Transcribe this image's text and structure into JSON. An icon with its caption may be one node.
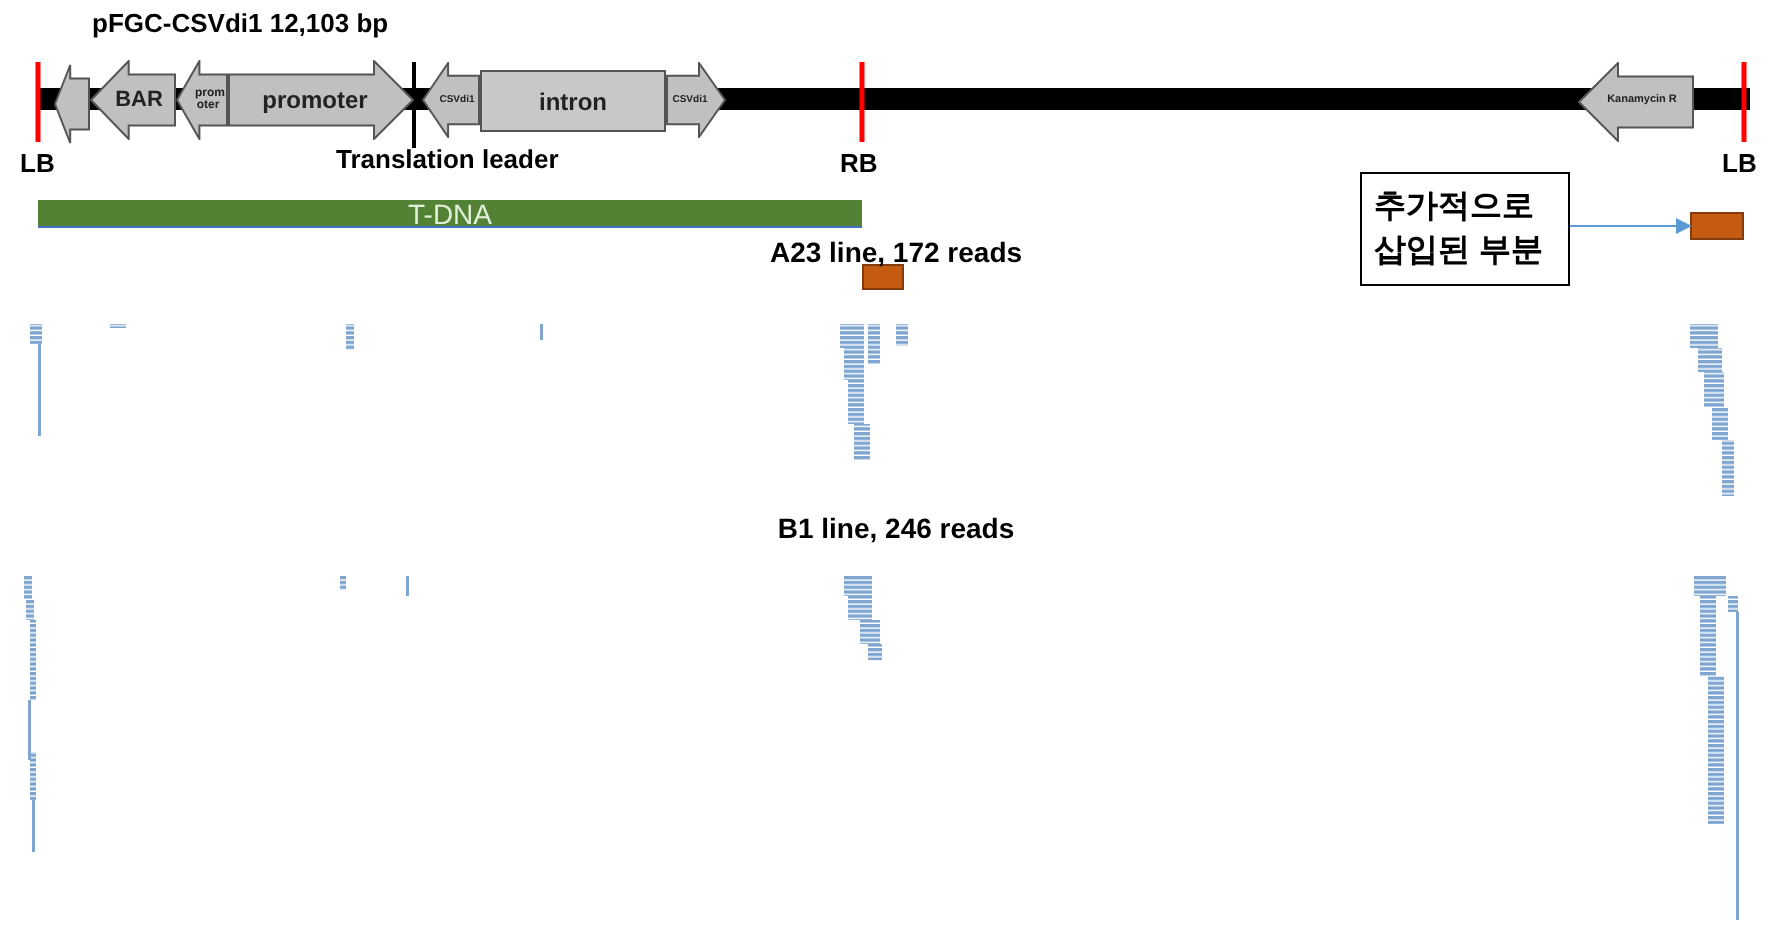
{
  "diagram": {
    "nodes": [
      {
        "text": [],
        "shape": "arrow"
      },
      {
        "text": [
          "BAR"
        ]
      },
      {
        "text": [
          "prom oter"
        ]
      },
      {
        "text": [
          "promoter"
        ]
      },
      {
        "text": [
          "CSVdi1"
        ]
      },
      {
        "text": [
          "intron"
        ]
      },
      {
        "text": [
          "CSVdi1"
        ]
      },
      {
        "text": [
          "Kanamycin R"
        ]
      },
      {
        "text": [
          "T-DNA"
        ]
      },
      {
        "text": [],
        "shape": "box"
      },
      {
        "text": [
          "추가적으로 삽입된 부분"
        ]
      },
      {
        "text": [],
        "shape": "box"
      }
    ],
    "edges": [
      {
        "from": 10,
        "to": 11,
        "arrow": "to",
        "color": "#5b9bd5"
      }
    ],
    "labels": [
      "pFGC-CSVdi1 12,103 bp",
      "LB",
      "Translation leader",
      "RB",
      "LB",
      "A23 line, 172 reads",
      "B1 line, 246 reads"
    ]
  }
}
